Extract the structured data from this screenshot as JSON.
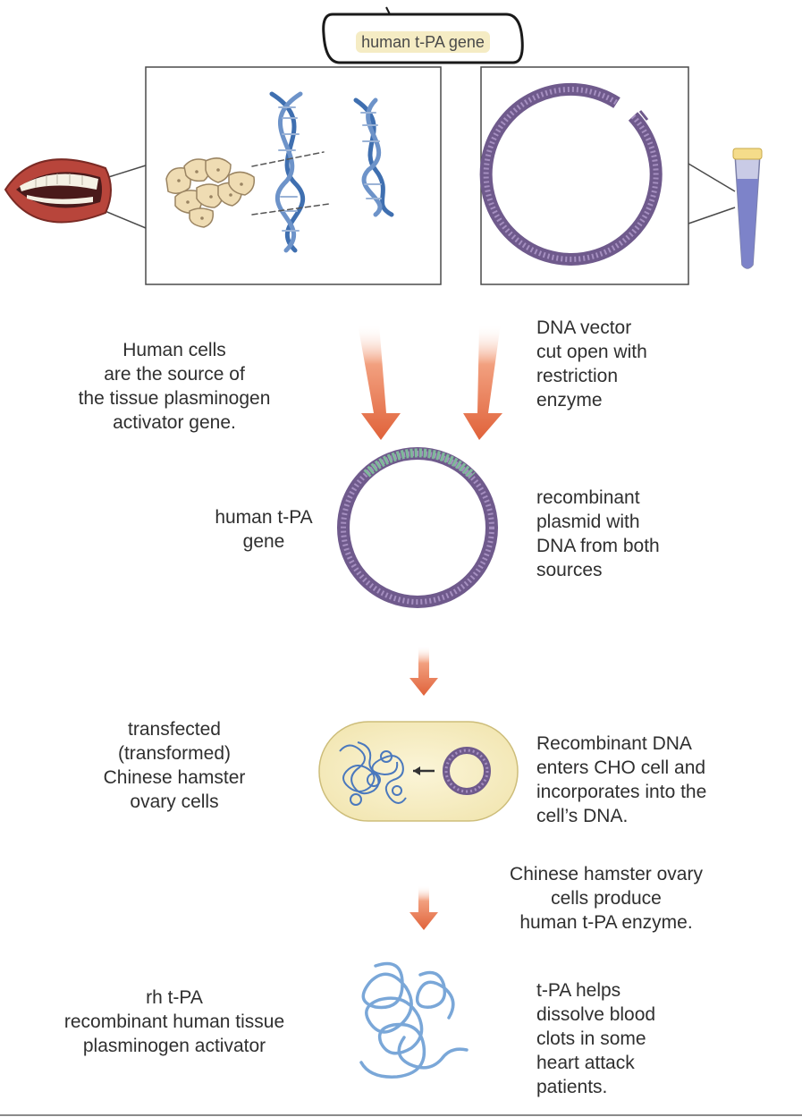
{
  "header": {
    "title": "human t-PA gene"
  },
  "labels": {
    "human_cells": "Human cells\nare the source of\nthe tissue plasminogen\nactivator gene.",
    "dna_vector": "DNA vector\ncut open with\nrestriction\nenzyme",
    "human_tpa_gene": "human t-PA\ngene",
    "recombinant_plasmid": "recombinant\nplasmid with\nDNA from both\nsources",
    "transfected": "transfected\n(transformed)\nChinese hamster\novary cells",
    "recombinant_dna": "Recombinant DNA\nenters CHO cell and\nincorporates into the\ncell’s DNA.",
    "cho_produce": "Chinese hamster ovary\ncells produce\nhuman t-PA enzyme.",
    "rh_tpa": "rh t-PA\nrecombinant human tissue\nplasminogen activator",
    "tpa_helps": "t-PA helps\ndissolve blood\nclots in some\nheart attack\npatients."
  },
  "icons": [
    "mouth-icon",
    "human-cells-icon",
    "dna-helix-icon",
    "plasmid-ring-icon",
    "test-tube-icon",
    "arrow-icon",
    "cho-cell-icon",
    "protein-strand-icon"
  ],
  "colors": {
    "arrow": "#e0623a",
    "plasmid": "#8e74a8",
    "plasmid_dark": "#6f5a8c",
    "insert": "#7fb89a",
    "dna": "#3f6fb0",
    "cell": "#f7efc6",
    "highlight": "#f5ecc4",
    "protein": "#7aa7d8"
  }
}
